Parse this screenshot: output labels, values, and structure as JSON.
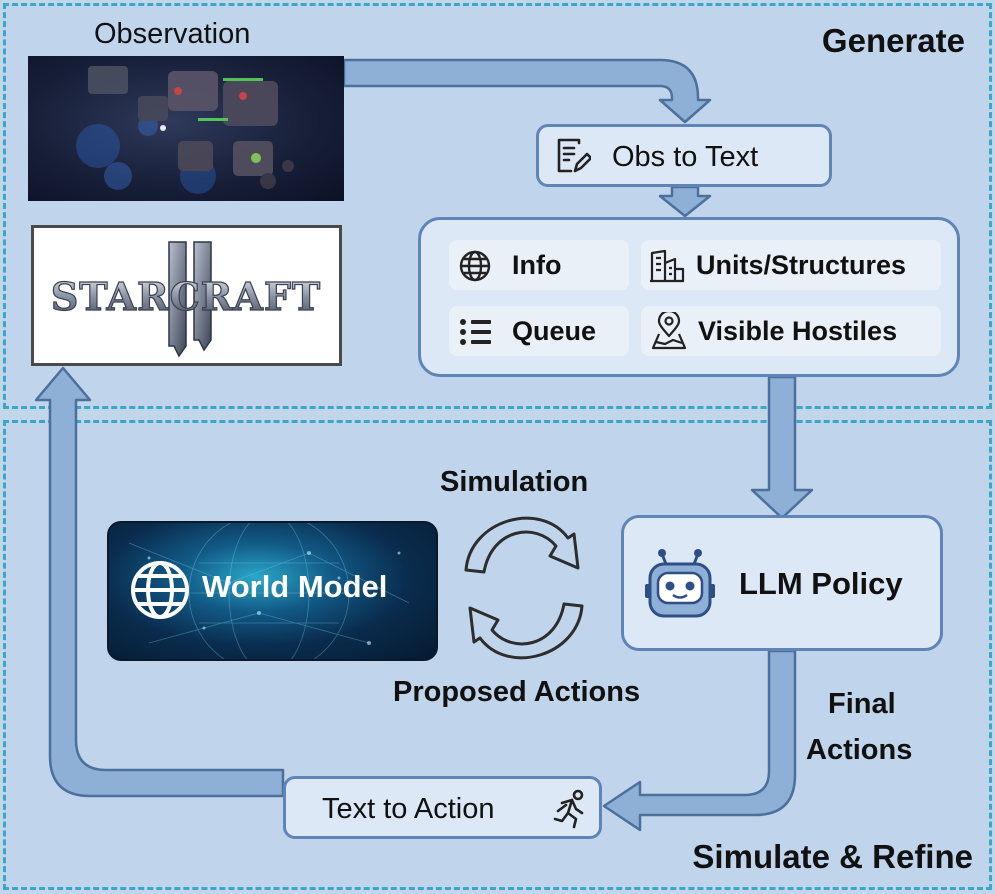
{
  "sections": {
    "generate": "Generate",
    "simulate": "Simulate & Refine"
  },
  "observation": {
    "label": "Observation"
  },
  "logo": {
    "text": "STARCRAFT"
  },
  "obs_to_text": {
    "label": "Obs to Text",
    "icon": "document-edit-icon"
  },
  "info_panel": {
    "items": [
      {
        "label": "Info",
        "icon": "globe-icon"
      },
      {
        "label": "Units/Structures",
        "icon": "buildings-icon"
      },
      {
        "label": "Queue",
        "icon": "list-icon"
      },
      {
        "label": "Visible Hostiles",
        "icon": "map-pin-icon"
      }
    ]
  },
  "world_model": {
    "label": "World Model",
    "icon": "globe-icon"
  },
  "llm_policy": {
    "label": "LLM Policy",
    "icon": "robot-icon"
  },
  "text_to_action": {
    "label": "Text to Action",
    "icon": "running-person-icon"
  },
  "edges": {
    "simulation": "Simulation",
    "proposed_actions": "Proposed Actions",
    "final_actions_line1": "Final",
    "final_actions_line2": "Actions"
  },
  "colors": {
    "panel_border": "#3aa7c9",
    "panel_fill": "#c0d5eb",
    "box_fill": "#dce8f6",
    "box_border": "#5f84b8",
    "arrow_fill": "#8fb0d6",
    "arrow_stroke": "#4d6f9c"
  }
}
